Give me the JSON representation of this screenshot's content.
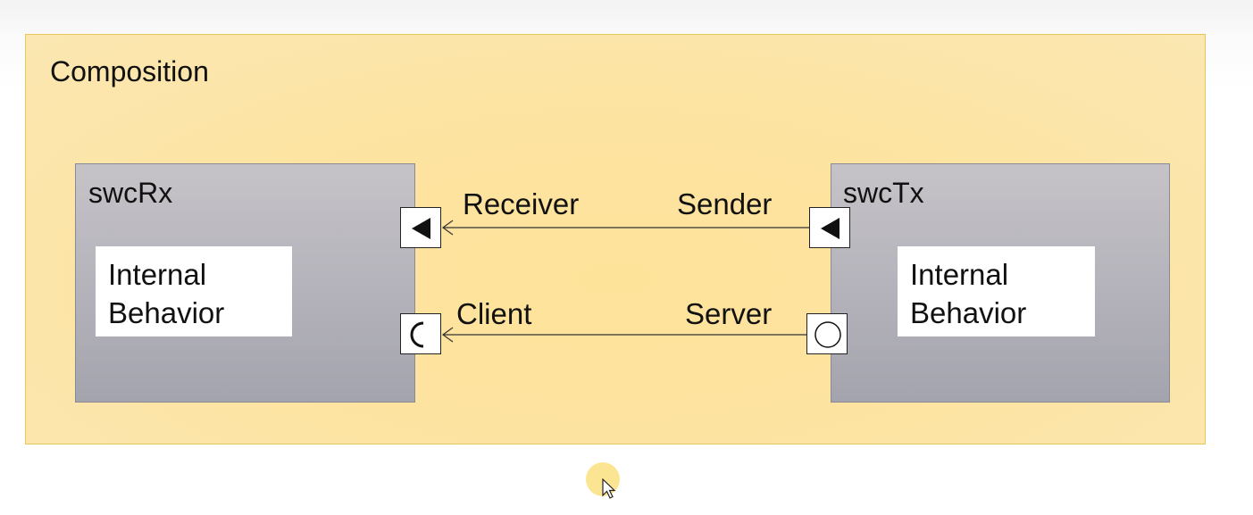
{
  "composition": {
    "title": "Composition"
  },
  "components": {
    "rx": {
      "name": "swcRx",
      "internal_behavior": [
        "Internal",
        "Behavior"
      ]
    },
    "tx": {
      "name": "swcTx",
      "internal_behavior": [
        "Internal",
        "Behavior"
      ]
    }
  },
  "ports": {
    "receiver": "Receiver",
    "sender": "Sender",
    "client": "Client",
    "server": "Server"
  },
  "colors": {
    "composition_fill": "#fde39a",
    "composition_border": "#e6c75a",
    "component_fill": "#b3b2ba",
    "port_fill": "#ffffff"
  },
  "icons": {
    "receiver_port": "triangle-left-icon",
    "sender_port": "triangle-left-icon",
    "client_port": "half-circle-icon",
    "server_port": "circle-icon",
    "cursor": "mouse-pointer-icon"
  }
}
